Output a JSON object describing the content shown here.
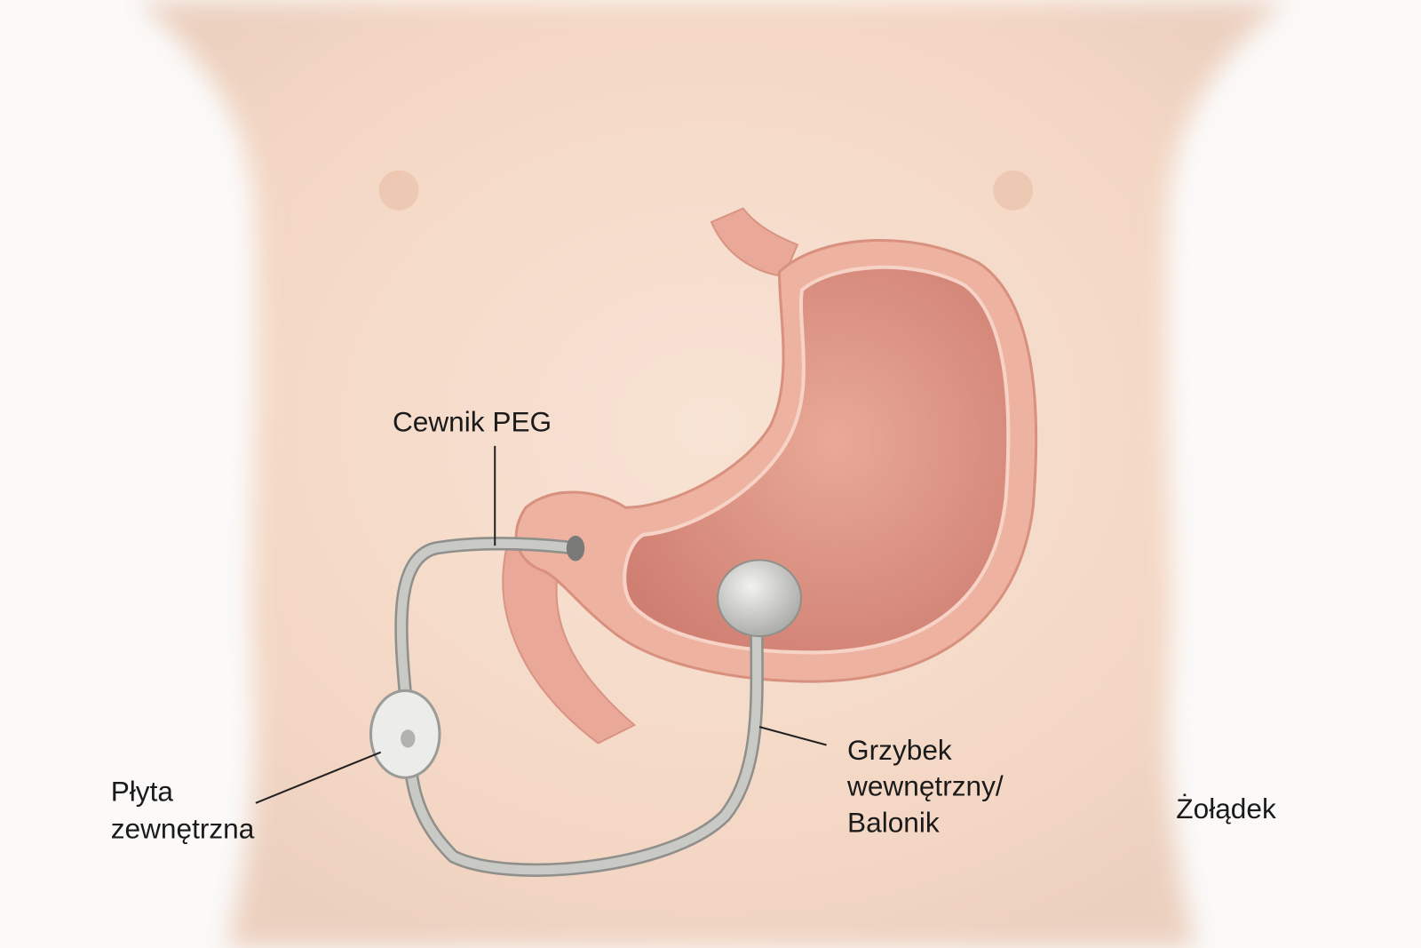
{
  "labels": {
    "peg_tube": "Cewnik PEG",
    "external_plate_line1": "Płyta",
    "external_plate_line2": "zewnętrzna",
    "internal_bumper_line1": "Grzybek",
    "internal_bumper_line2": "wewnętrzny/",
    "internal_bumper_line3": "Balonik",
    "stomach": "Żołądek"
  },
  "colors": {
    "skin": "#f6dccb",
    "stomach_wall": "#e9a996",
    "stomach_lumen": "#d88c7e",
    "tube": "#b9b9b6",
    "background": "#fbfaf9"
  }
}
